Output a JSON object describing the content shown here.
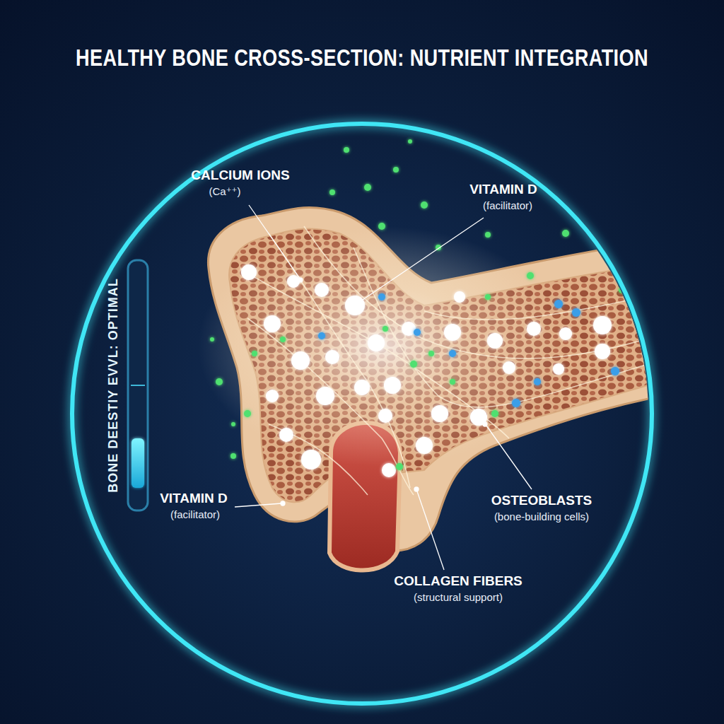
{
  "diagram": {
    "title": "HEALTHY BONE CROSS-SECTION: NUTRIENT INTEGRATION",
    "labels": [
      "CALCIUM IONS",
      "(Ca⁺⁺)",
      "VITAMIN D",
      "(facilitator)",
      "BONE DEESTIY EVVL: OPTIMAL",
      "VITAMIN D",
      "(facilitator)",
      "OSTEOBLASTS",
      "(bone-building cells)",
      "COLLAGEN FIBERS",
      "(structural support)"
    ]
  }
}
